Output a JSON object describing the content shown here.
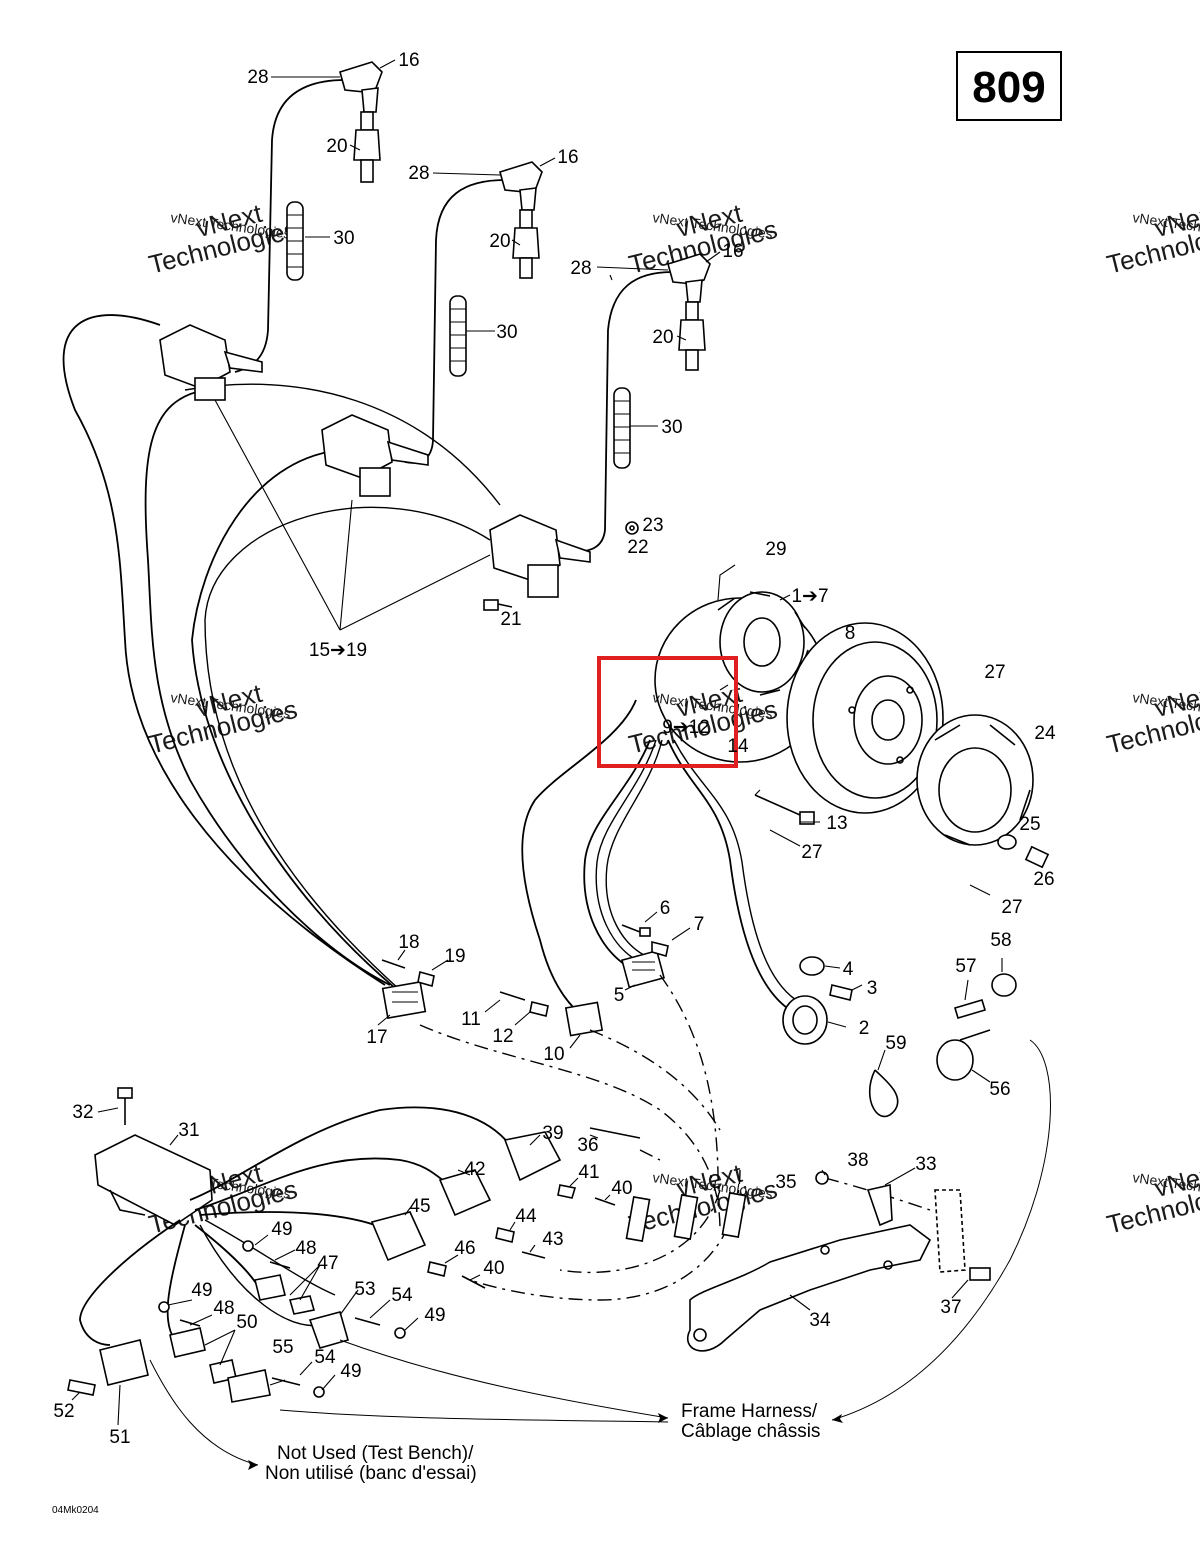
{
  "page_number": "809",
  "drawing_code": "04Mk0204",
  "watermark": {
    "line1": "vNext",
    "line2": "Technologies",
    "small": "vNext Technologies"
  },
  "notes": {
    "frame_harness_en": "Frame Harness/",
    "frame_harness_fr": "Câblage châssis",
    "not_used_en": "Not Used (Test Bench)/",
    "not_used_fr": "Non utilisé (banc d'essai)"
  },
  "callouts": {
    "c16a": "16",
    "c16b": "16",
    "c16c": "16",
    "c20a": "20",
    "c20b": "20",
    "c20c": "20",
    "c28a": "28",
    "c28b": "28",
    "c28c": "28",
    "c30a": "30",
    "c30b": "30",
    "c30c": "30",
    "c15_19": "15➔19",
    "c21": "21",
    "c22": "22",
    "c23": "23",
    "c29": "29",
    "c1_7": "1➔7",
    "c8": "8",
    "c27a": "27",
    "c27b": "27",
    "c27c": "27",
    "c24": "24",
    "c25": "25",
    "c26": "26",
    "c9_12": "9➔12",
    "c14": "14",
    "c13": "13",
    "c6": "6",
    "c7": "7",
    "c5": "5",
    "c4": "4",
    "c3": "3",
    "c2": "2",
    "c57": "57",
    "c58": "58",
    "c59": "59",
    "c56": "56",
    "c18": "18",
    "c19": "19",
    "c17": "17",
    "c11": "11",
    "c12": "12",
    "c10": "10",
    "c32": "32",
    "c31": "31",
    "c39": "39",
    "c36": "36",
    "c41": "41",
    "c40a": "40",
    "c40b": "40",
    "c42": "42",
    "c45": "45",
    "c44": "44",
    "c43": "43",
    "c46": "46",
    "c35": "35",
    "c38": "38",
    "c33": "33",
    "c34": "34",
    "c37": "37",
    "c49a": "49",
    "c49b": "49",
    "c49c": "49",
    "c49d": "49",
    "c48a": "48",
    "c48b": "48",
    "c47": "47",
    "c53": "53",
    "c54a": "54",
    "c54b": "54",
    "c50": "50",
    "c55": "55",
    "c52": "52",
    "c51": "51"
  }
}
